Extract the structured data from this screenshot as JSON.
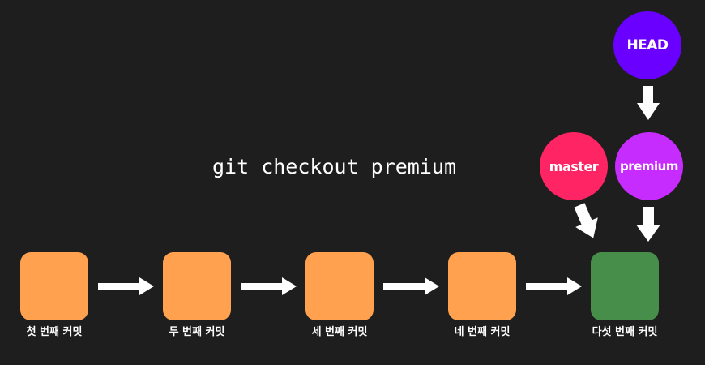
{
  "command": "git checkout premium",
  "commits": [
    {
      "label": "첫 번째 커밋",
      "color": "#ffa14f"
    },
    {
      "label": "두 번째 커밋",
      "color": "#ffa14f"
    },
    {
      "label": "세 번째 커밋",
      "color": "#ffa14f"
    },
    {
      "label": "네 번째 커밋",
      "color": "#ffa14f"
    },
    {
      "label": "다섯 번째 커밋",
      "color": "#468e4a"
    }
  ],
  "pointers": {
    "head": {
      "label": "HEAD",
      "color": "#6a00ff"
    },
    "master": {
      "label": "master",
      "color": "#ff2463"
    },
    "premium": {
      "label": "premium",
      "color": "#c72cff"
    }
  },
  "colors": {
    "background": "#1f1e1f",
    "arrow": "#ffffff",
    "text": "#ffffff"
  }
}
